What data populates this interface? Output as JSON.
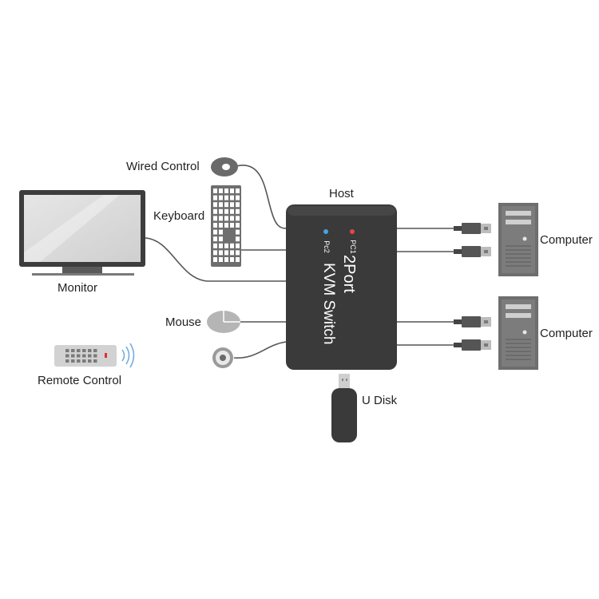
{
  "labels": {
    "wired_control": "Wired Control",
    "keyboard": "Keyboard",
    "monitor": "Monitor",
    "mouse": "Mouse",
    "remote_control": "Remote Control",
    "host": "Host",
    "computer_1": "Computer",
    "computer_2": "Computer",
    "u_disk": "U Disk"
  },
  "device": {
    "title_line1": "2Port",
    "title_line2": "KVM Switch",
    "led_pc1": "PC1",
    "led_pc2": "Pc2"
  },
  "colors": {
    "host_body": "#3a3a3a",
    "peripheral_gray": "#b5b5b5",
    "cable": "#555555",
    "led_pc1": "#e04848",
    "led_pc2": "#4aa3e6",
    "remote_indicator": "#e03030"
  },
  "icons": [
    "monitor-icon",
    "keyboard-icon",
    "wired-control-icon",
    "mouse-icon",
    "remote-control-icon",
    "wireless-signal-icon",
    "kvm-switch-icon",
    "usb-plug-icon",
    "computer-tower-icon",
    "usb-disk-icon",
    "wired-button-icon"
  ]
}
